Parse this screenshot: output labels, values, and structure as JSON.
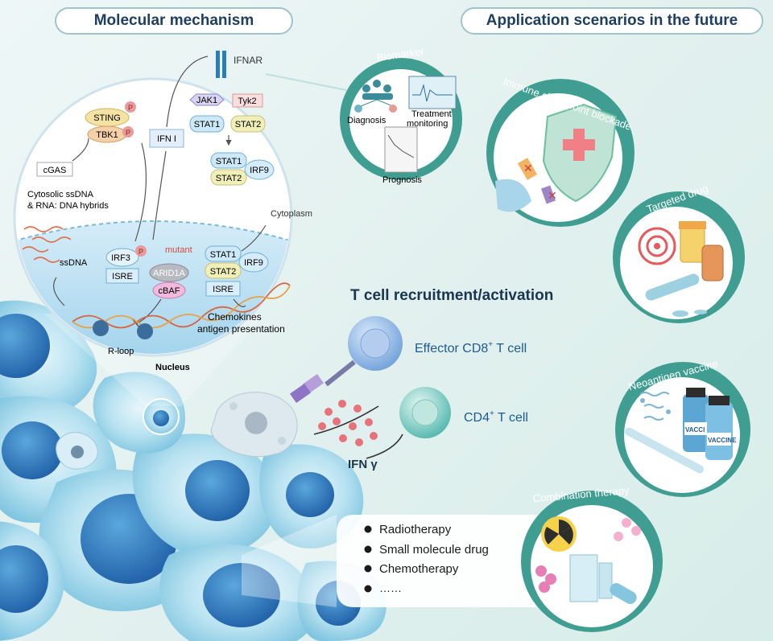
{
  "headers": {
    "left": "Molecular mechanism",
    "right": "Application scenarios in the future"
  },
  "mechanism": {
    "ifnar": "IFNAR",
    "jak1": "JAK1",
    "tyk2": "Tyk2",
    "stat1": "STAT1",
    "stat2": "STAT2",
    "irf9": "IRF9",
    "sting": "STING",
    "tbk1": "TBK1",
    "p": "P",
    "ifn_i": "IFN I",
    "cgas": "cGAS",
    "cytosolic_line1": "Cytosolic ssDNA",
    "cytosolic_line2": "& RNA: DNA hybrids",
    "cytoplasm": "Cytoplasm",
    "ssdna": "ssDNA",
    "irf3": "IRF3",
    "isre": "ISRE",
    "mutant": "mutant",
    "arid1a": "ARID1A",
    "cbaf": "cBAF",
    "chemokines": "Chemokines",
    "antigen": "antigen presentation",
    "rloop": "R-loop",
    "nucleus": "Nucleus"
  },
  "tcell": {
    "title": "T cell recruitment/activation",
    "effector": "Effector CD8",
    "effector_sup": "+",
    "effector_tail": " T cell",
    "cd4": "CD4",
    "cd4_sup": "+",
    "cd4_tail": " T cell",
    "ifn_gamma": "IFN γ"
  },
  "applications": {
    "biomarker": {
      "arc_label": "Biomarker",
      "diagnosis": "Diagnosis",
      "treatment_line1": "Treatment",
      "treatment_line2": "monitoring",
      "prognosis": "Prognosis"
    },
    "checkpoint": {
      "arc_label": "Immune checkpoint blockade"
    },
    "targeted": {
      "arc_label": "Targeted drug"
    },
    "vaccine": {
      "arc_label": "Neoantigen vaccine",
      "vial1": "VACCI",
      "vial2": "VACCINE"
    },
    "combination": {
      "arc_label": "Combination therapy",
      "items": [
        "Radiotherapy",
        "Small molecule drug",
        "Chemotherapy",
        "……"
      ]
    }
  },
  "colors": {
    "teal_band": "#3f9e91",
    "header_text": "#1e3f63",
    "cell_blue": "#8fcfe6",
    "nucleus_blue": "#2e7fbf",
    "text_blue": "#1e5a96"
  }
}
